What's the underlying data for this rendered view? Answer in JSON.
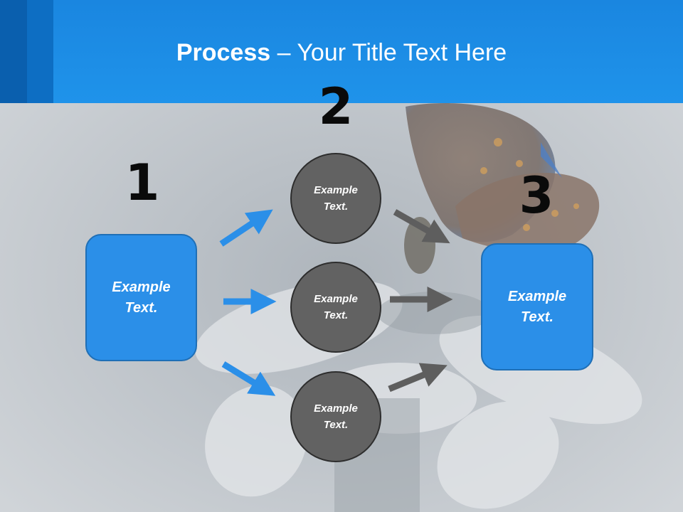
{
  "title": {
    "bold": "Process",
    "rest": " – Your Title Text Here"
  },
  "steps": {
    "n1": "1",
    "n2": "2",
    "n3": "3",
    "box1": "Example Text.",
    "circle1": "Example Text.",
    "circle2": "Example Text.",
    "circle3": "Example Text.",
    "box3": "Example Text."
  },
  "colors": {
    "header": "#1f93ea",
    "box": "#2b8fe8",
    "circle": "#626262",
    "arrow_blue": "#2b8fe8",
    "arrow_gray": "#606060"
  }
}
